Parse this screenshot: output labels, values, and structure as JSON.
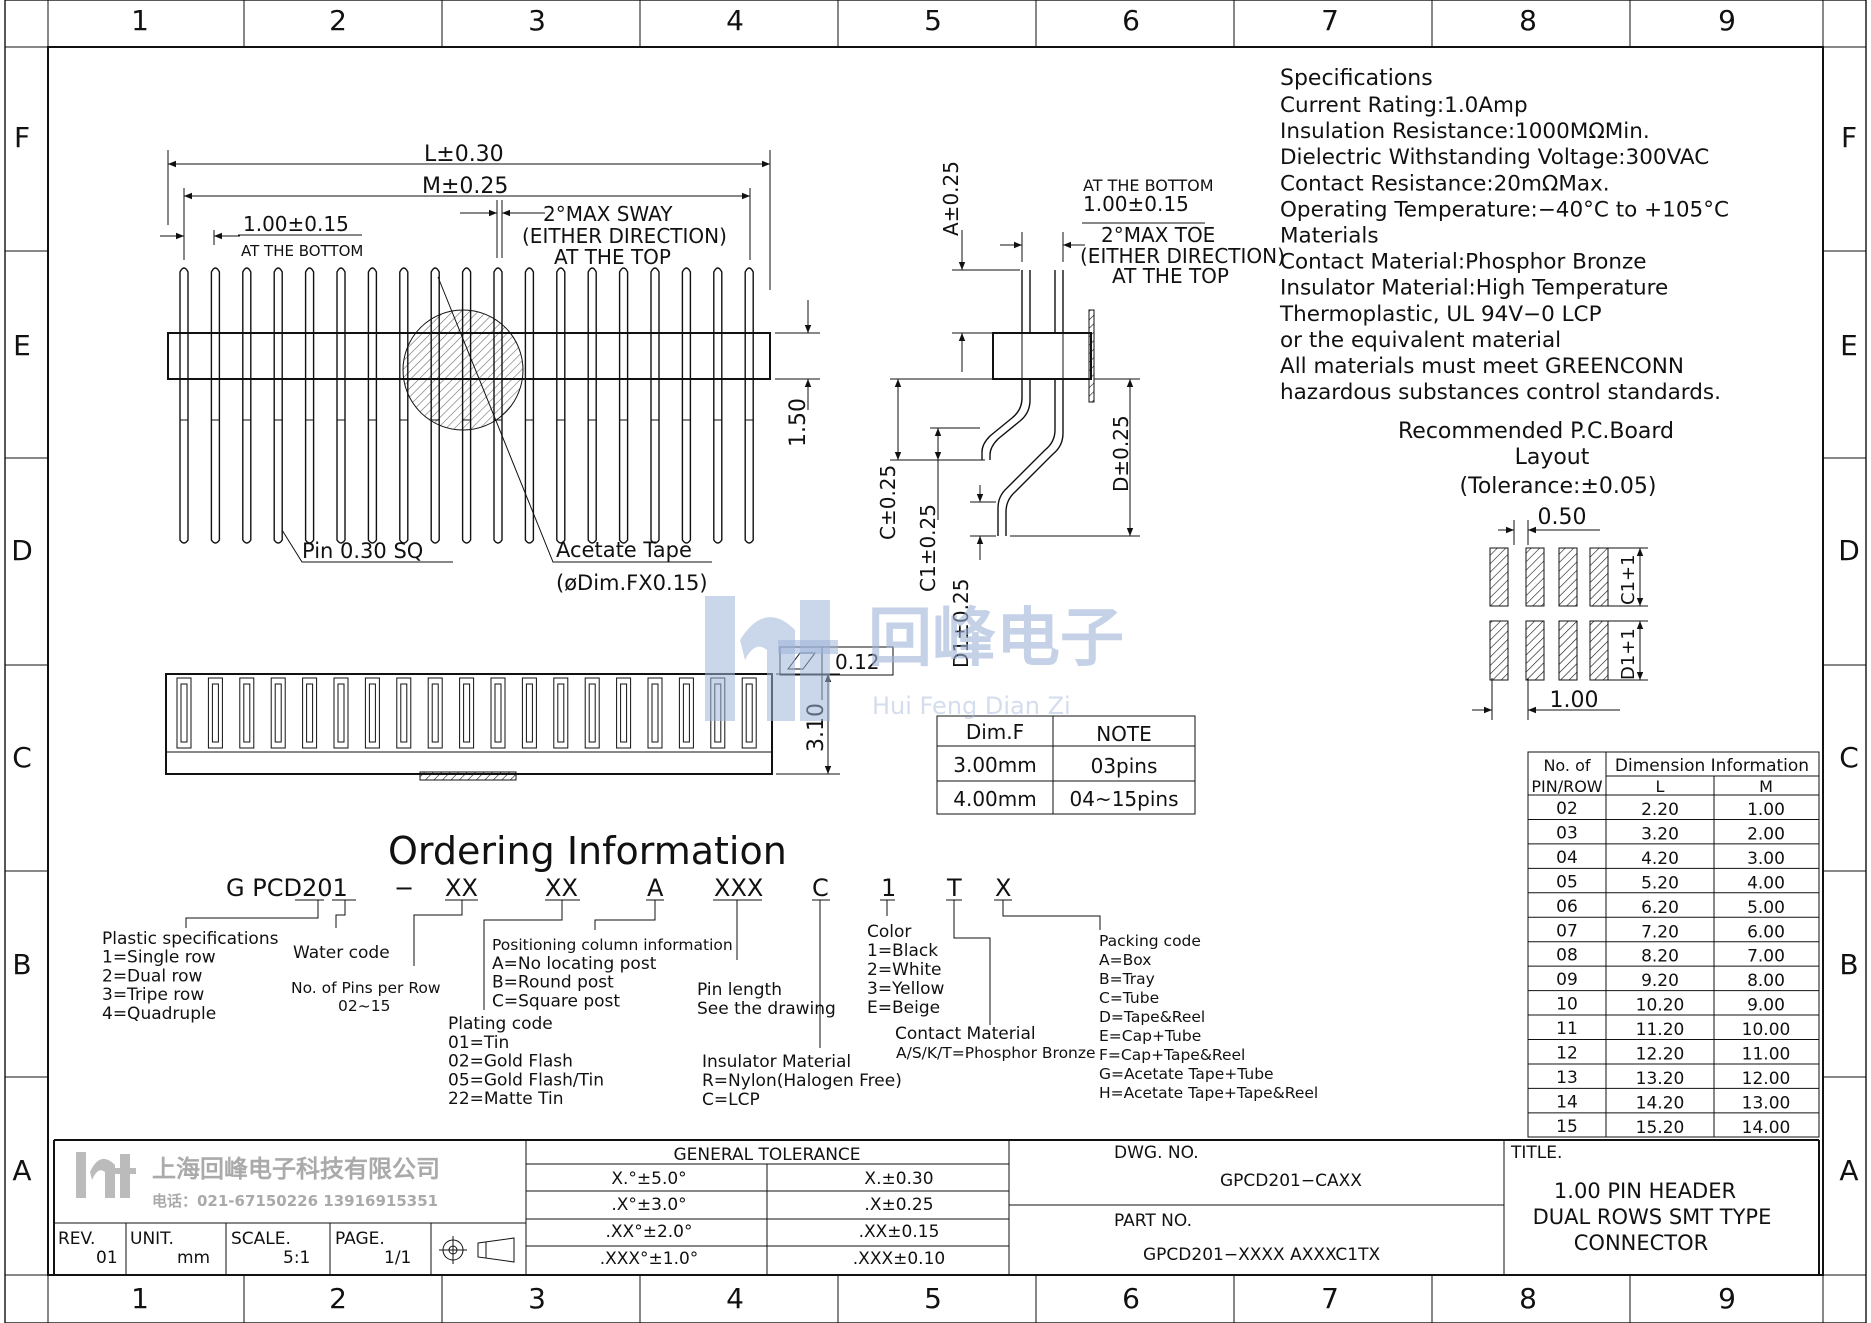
{
  "zones": {
    "columns": [
      "1",
      "2",
      "3",
      "4",
      "5",
      "6",
      "7",
      "8",
      "9"
    ],
    "rows": [
      "F",
      "E",
      "D",
      "C",
      "B",
      "A"
    ]
  },
  "specifications": {
    "heading": "Specifications",
    "lines": [
      "Current Rating:1.0Amp",
      "Insulation Resistance:1000MΩMin.",
      "Dielectric Withstanding Voltage:300VAC",
      "Contact Resistance:20mΩMax.",
      "Operating Temperature:−40°C to +105°C",
      "Materials",
      "Contact Material:Phosphor Bronze",
      "Insulator Material:High Temperature",
      "Thermoplastic, UL 94V−0 LCP",
      "or the equivalent material",
      "All materials must meet GREENCONN",
      "hazardous substances control standards."
    ]
  },
  "pcb_layout": {
    "title_lines": [
      "Recommended P.C.Board",
      "Layout",
      "(Tolerance:±0.05)"
    ],
    "dim_pitch": "0.50",
    "dim_row": "1.00",
    "dim_c1": "C1+1",
    "dim_d1": "D1+1"
  },
  "front_view": {
    "dim_l": "L±0.30",
    "dim_m": "M±0.25",
    "dim_pitch": "1.00±0.15",
    "at_bottom": "AT THE BOTTOM",
    "sway_lines": [
      "2°MAX SWAY",
      "(EITHER DIRECTION)",
      "AT THE TOP"
    ],
    "dim_height": "1.50",
    "pin_label": "Pin 0.30 SQ",
    "tape_label": "Acetate Tape",
    "tape_dim": "(øDim.FX0.15)",
    "dim_body": "3.10",
    "flatness": "0.12"
  },
  "side_view": {
    "at_bottom": "AT THE BOTTOM",
    "dim_pitch": "1.00±0.15",
    "toe_lines": [
      "2°MAX TOE",
      "(EITHER DIRECTION)",
      "AT THE TOP"
    ],
    "dim_a": "A±0.25",
    "dim_c": "C±0.25",
    "dim_c1": "C1±0.25",
    "dim_d": "D±0.25",
    "dim_d1": "D1±0.25"
  },
  "dimf_table": {
    "headers": [
      "Dim.F",
      "NOTE"
    ],
    "rows": [
      [
        "3.00mm",
        "03pins"
      ],
      [
        "4.00mm",
        "04~15pins"
      ]
    ]
  },
  "watermark": {
    "cn": "回峰电子",
    "pinyin": "Hui Feng Dian Zi"
  },
  "ordering": {
    "title": "Ordering Information",
    "code": [
      "G PCD201",
      "−",
      "XX",
      "XX",
      "A",
      "XXX",
      "C",
      "1",
      "T",
      "X"
    ],
    "plastic": [
      "Plastic specifications",
      "1=Single row",
      "2=Dual row",
      "3=Tripe row",
      "4=Quadruple"
    ],
    "water": "Water code",
    "pins_row": [
      "No. of Pins per Row",
      "02~15"
    ],
    "plating": [
      "Plating code",
      "01=Tin",
      "02=Gold Flash",
      "05=Gold Flash/Tin",
      "22=Matte Tin"
    ],
    "positioning": [
      "Positioning column information",
      "A=No locating post",
      "B=Round post",
      "C=Square post"
    ],
    "pin_length": [
      "Pin length",
      "See the drawing"
    ],
    "insulator": [
      "Insulator Material",
      "R=Nylon(Halogen Free)",
      "C=LCP"
    ],
    "color": [
      "Color",
      "1=Black",
      "2=White",
      "3=Yellow",
      "E=Beige"
    ],
    "contact": [
      "Contact Material",
      "A/S/K/T=Phosphor Bronze"
    ],
    "packing": [
      "Packing code",
      "A=Box",
      "B=Tray",
      "C=Tube",
      "D=Tape&Reel",
      "E=Cap+Tube",
      "F=Cap+Tape&Reel",
      "G=Acetate Tape+Tube",
      "H=Acetate Tape+Tape&Reel"
    ]
  },
  "dimension_table": {
    "h1": "No. of",
    "h1b": "PIN/ROW",
    "h2": "Dimension Information",
    "hL": "L",
    "hM": "M",
    "rows": [
      [
        "02",
        "2.20",
        "1.00"
      ],
      [
        "03",
        "3.20",
        "2.00"
      ],
      [
        "04",
        "4.20",
        "3.00"
      ],
      [
        "05",
        "5.20",
        "4.00"
      ],
      [
        "06",
        "6.20",
        "5.00"
      ],
      [
        "07",
        "7.20",
        "6.00"
      ],
      [
        "08",
        "8.20",
        "7.00"
      ],
      [
        "09",
        "9.20",
        "8.00"
      ],
      [
        "10",
        "10.20",
        "9.00"
      ],
      [
        "11",
        "11.20",
        "10.00"
      ],
      [
        "12",
        "12.20",
        "11.00"
      ],
      [
        "13",
        "13.20",
        "12.00"
      ],
      [
        "14",
        "14.20",
        "13.00"
      ],
      [
        "15",
        "15.20",
        "14.00"
      ]
    ]
  },
  "title_block": {
    "company": "上海回峰电子科技有限公司",
    "phone": "电话：021-67150226  13916915351",
    "rev_label": "REV.",
    "rev": "01",
    "unit_label": "UNIT.",
    "unit": "mm",
    "scale_label": "SCALE.",
    "scale": "5:1",
    "page_label": "PAGE.",
    "page": "1/1",
    "tolerance_title": "GENERAL TOLERANCE",
    "tolerances": [
      [
        "X.°±5.0°",
        "X.±0.30"
      ],
      [
        ".X°±3.0°",
        ".X±0.25"
      ],
      [
        ".XX°±2.0°",
        ".XX±0.15"
      ],
      [
        ".XXX°±1.0°",
        ".XXX±0.10"
      ]
    ],
    "dwg_label": "DWG. NO.",
    "dwg": "GPCD201−CAXX",
    "part_label": "PART NO.",
    "part": "GPCD201−XXXX AXXXC1TX",
    "title_label": "TITLE.",
    "title_lines": [
      "1.00 PIN HEADER",
      "DUAL ROWS SMT TYPE",
      "CONNECTOR"
    ]
  }
}
